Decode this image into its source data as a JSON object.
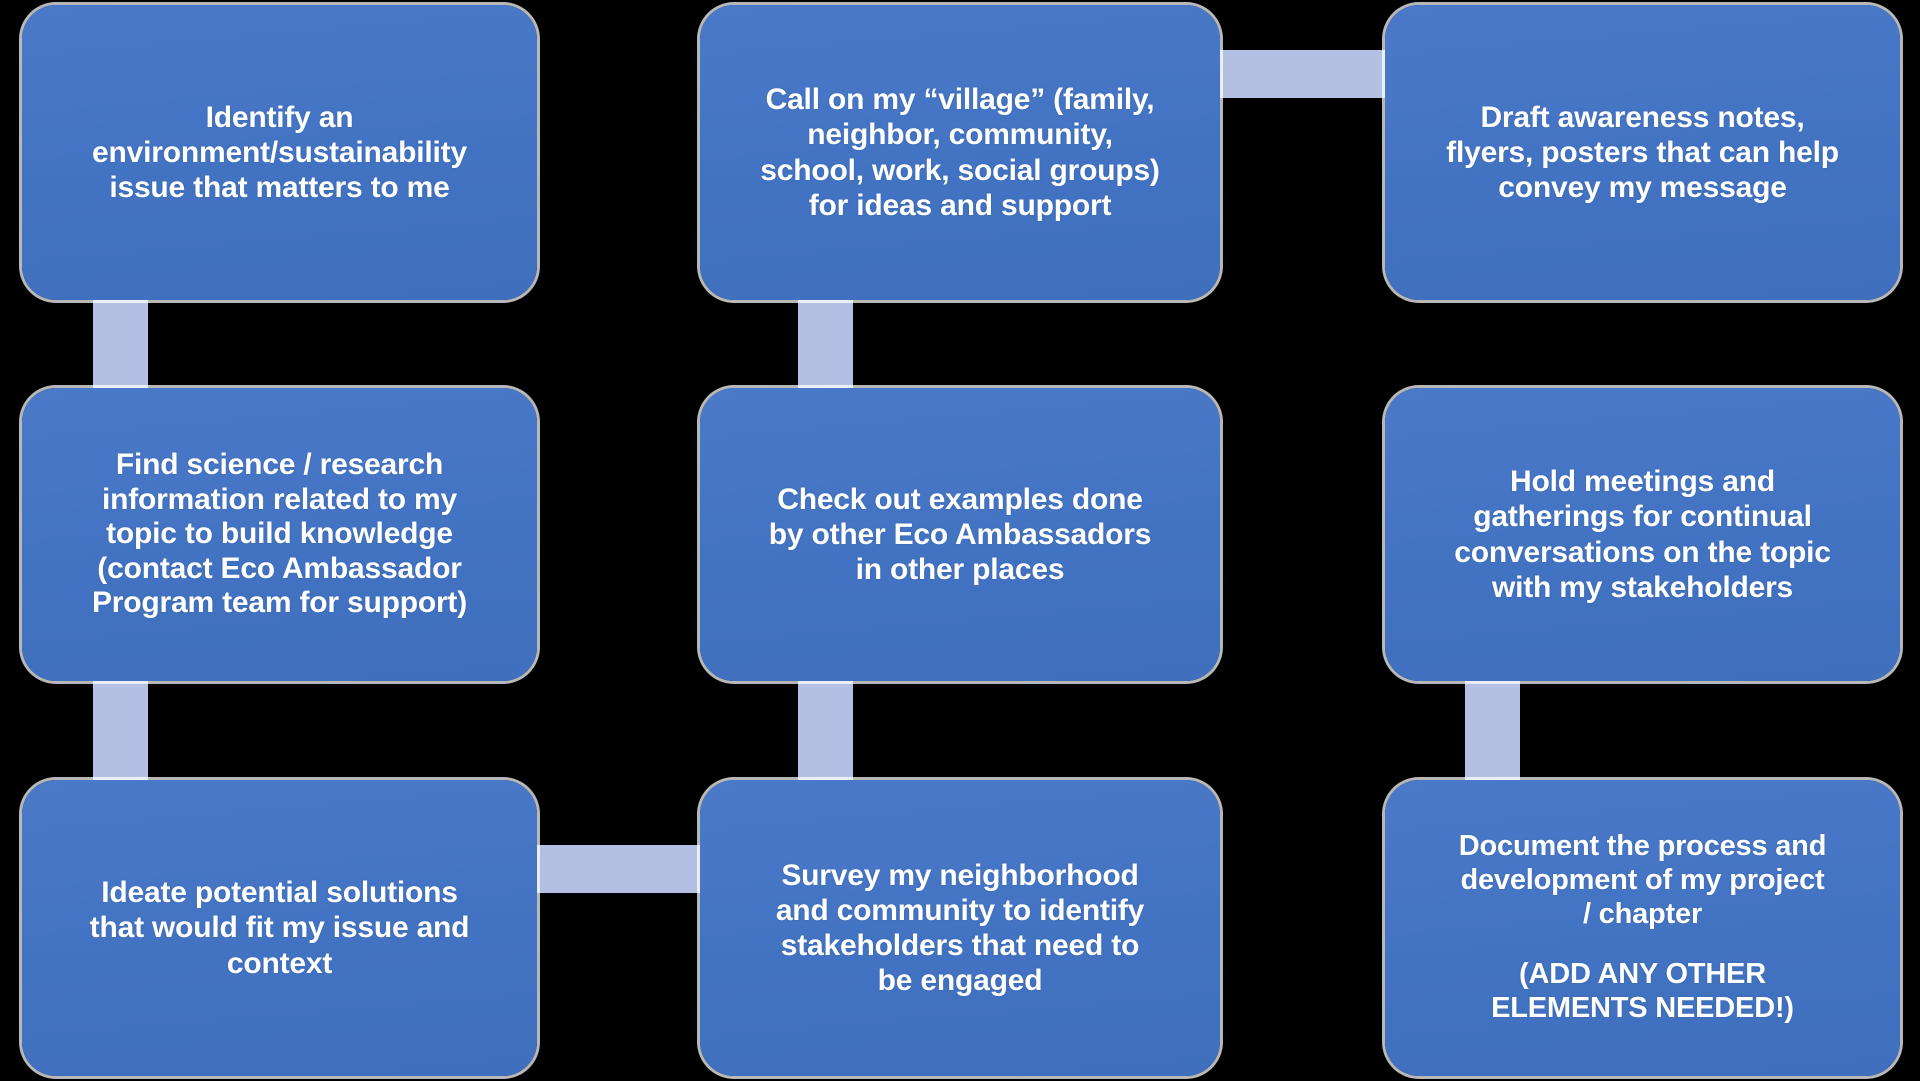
{
  "diagram": {
    "type": "flowchart-grid",
    "title_text": "",
    "background_color": "#000000",
    "node_fill_color": "#4273c2",
    "node_text_color": "#ffffff",
    "node_border_color": "#ffffff",
    "connector_color": "#b4c0e3",
    "columns": 3,
    "rows": 3
  },
  "nodes": [
    {
      "id": "node-1",
      "name": "identify-issue-box",
      "row": 1,
      "column": 1,
      "text": "Identify an\nenvironment/sustainability\nissue that matters to me"
    },
    {
      "id": "node-2",
      "name": "call-on-village-box",
      "row": 1,
      "column": 2,
      "text": "Call on my “village” (family,\nneighbor, community,\nschool, work, social groups)\nfor ideas and support"
    },
    {
      "id": "node-3",
      "name": "draft-awareness-notes-box",
      "row": 1,
      "column": 3,
      "text": "Draft awareness notes,\nflyers, posters that can help\nconvey my message"
    },
    {
      "id": "node-4",
      "name": "find-science-research-box",
      "row": 2,
      "column": 1,
      "text": "Find science / research\ninformation related to my\ntopic to build knowledge\n(contact Eco Ambassador\nProgram team for support)"
    },
    {
      "id": "node-5",
      "name": "check-examples-box",
      "row": 2,
      "column": 2,
      "text": "Check out examples done\nby other Eco Ambassadors\nin other places"
    },
    {
      "id": "node-6",
      "name": "hold-meetings-box",
      "row": 2,
      "column": 3,
      "text": "Hold meetings and\ngatherings for continual\nconversations on the topic\nwith my stakeholders"
    },
    {
      "id": "node-7",
      "name": "ideate-solutions-box",
      "row": 3,
      "column": 1,
      "text": "Ideate potential solutions\nthat would fit my issue and\ncontext"
    },
    {
      "id": "node-8",
      "name": "survey-neighborhood-box",
      "row": 3,
      "column": 2,
      "text": "Survey my neighborhood\nand community to identify\nstakeholders that need to\nbe engaged"
    },
    {
      "id": "node-9",
      "name": "document-process-box",
      "row": 3,
      "column": 3,
      "text_primary": "Document the process and\ndevelopment of my project\n/ chapter",
      "text_secondary": "(ADD ANY OTHER\nELEMENTS NEEDED!)"
    }
  ],
  "connectors": [
    {
      "id": "conn-1",
      "name": "connector-node1-to-node4",
      "orientation": "vertical",
      "from": "node-1",
      "to": "node-4"
    },
    {
      "id": "conn-2",
      "name": "connector-node4-to-node7",
      "orientation": "vertical",
      "from": "node-4",
      "to": "node-7"
    },
    {
      "id": "conn-3",
      "name": "connector-node2-to-node5",
      "orientation": "vertical",
      "from": "node-2",
      "to": "node-5"
    },
    {
      "id": "conn-4",
      "name": "connector-node5-to-node8",
      "orientation": "vertical",
      "from": "node-5",
      "to": "node-8"
    },
    {
      "id": "conn-5",
      "name": "connector-node6-to-node9",
      "orientation": "vertical",
      "from": "node-6",
      "to": "node-9"
    },
    {
      "id": "conn-6",
      "name": "connector-node2-to-node3",
      "orientation": "horizontal",
      "from": "node-2",
      "to": "node-3"
    },
    {
      "id": "conn-7",
      "name": "connector-node7-to-node8",
      "orientation": "horizontal",
      "from": "node-7",
      "to": "node-8"
    }
  ]
}
